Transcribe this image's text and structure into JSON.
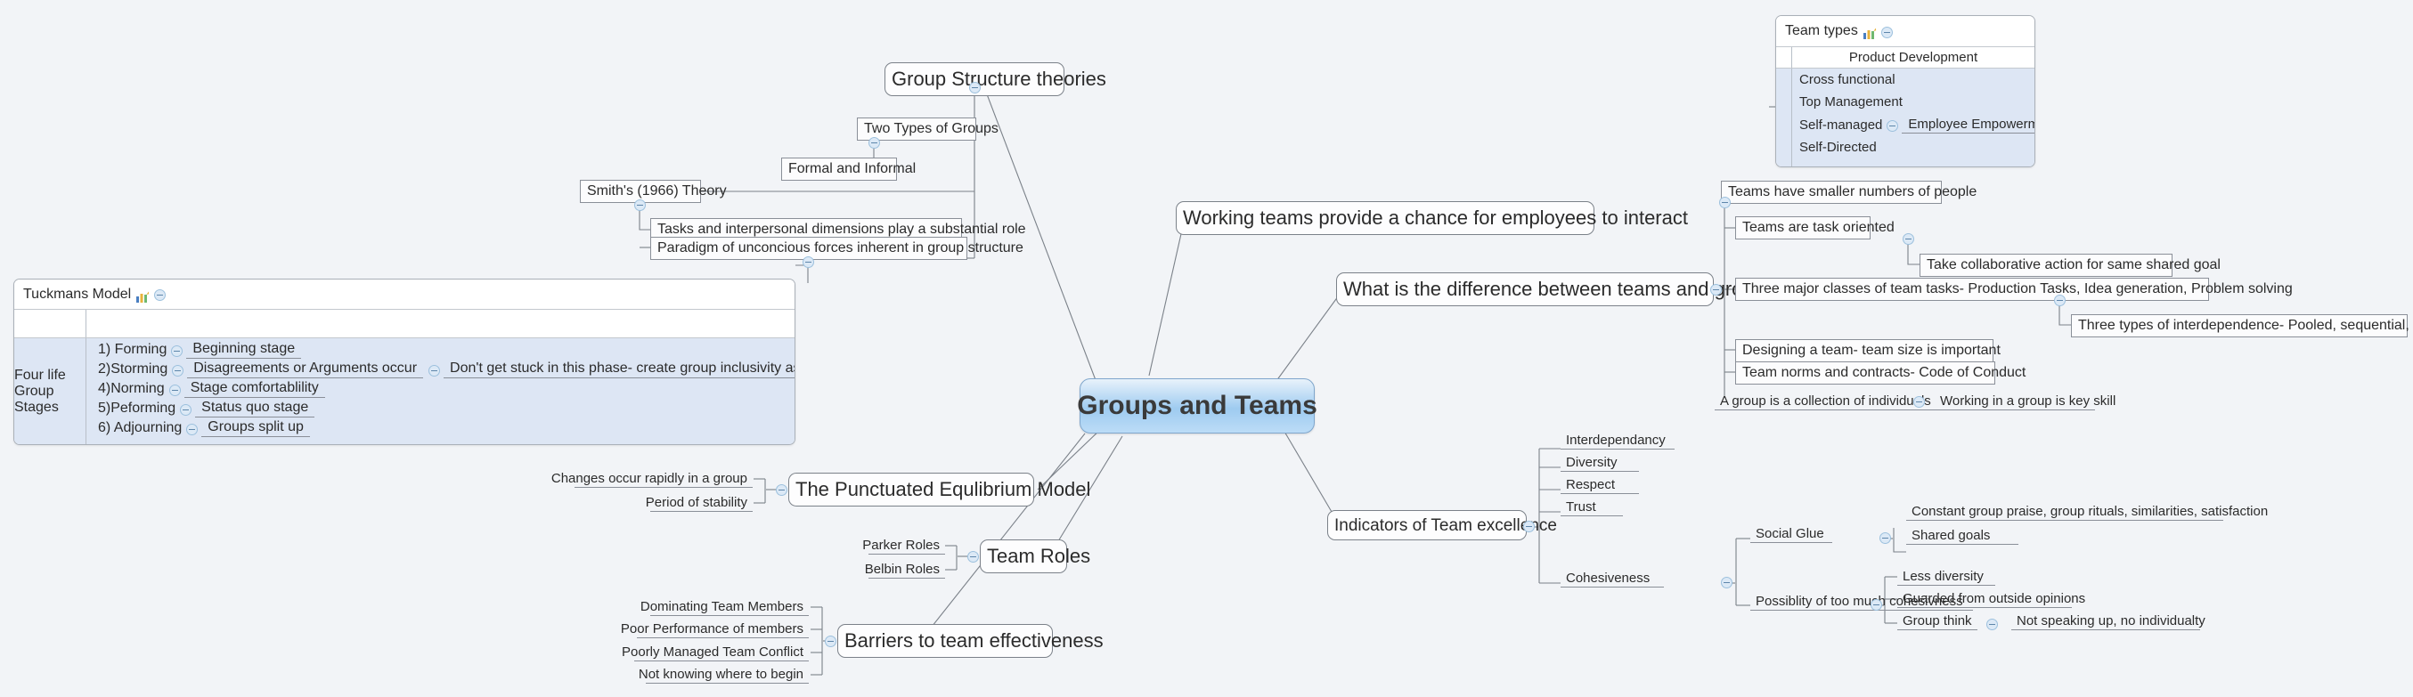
{
  "app": {
    "type": "mind-map",
    "background": "#f2f4f7",
    "root": "Groups and Teams",
    "accent": "#9ecbf0"
  },
  "root": {
    "label": "Groups and Teams"
  },
  "branches": {
    "group_structure": {
      "label": "Group Structure theories",
      "children": [
        {
          "label": "Two Types of Groups"
        },
        {
          "label": "Formal and Informal"
        },
        {
          "label": "Smith's (1966) Theory"
        },
        {
          "label": "Tasks and interpersonal dimensions play a substantial role"
        },
        {
          "label": "Paradigm of unconcious forces inherent in group structure"
        }
      ]
    },
    "working_teams": {
      "label": "Working teams provide a chance for employees to interact"
    },
    "difference": {
      "label": "What is the difference between teams and groups?",
      "children": [
        {
          "label": "Teams have smaller numbers  of people"
        },
        {
          "label": "Teams are task oriented"
        },
        {
          "label": "Take collaborative action for same shared goal"
        },
        {
          "label": "Three major classes of team tasks- Production Tasks, Idea generation, Problem solving"
        },
        {
          "label": "Three types of interdependence- Pooled, sequential, reciprocal"
        },
        {
          "label": "Designing a team- team size is important"
        },
        {
          "label": "Team norms and contracts- Code of Conduct"
        },
        {
          "label": "A group is a collection of individuals"
        },
        {
          "label": "Working in a group is key skill"
        }
      ]
    },
    "indicators": {
      "label": "Indicators of Team excellence",
      "children": [
        {
          "label": "Interdependancy"
        },
        {
          "label": "Diversity"
        },
        {
          "label": "Respect"
        },
        {
          "label": "Trust"
        },
        {
          "label": "Cohesiveness"
        },
        {
          "label": "Social Glue"
        },
        {
          "label": "Constant group praise, group rituals, similarities, satisfaction"
        },
        {
          "label": "Shared goals"
        },
        {
          "label": "Possiblity of too much cohesivness"
        },
        {
          "label": "Less diversity"
        },
        {
          "label": "Guarded from outside opinions"
        },
        {
          "label": "Group think"
        },
        {
          "label": "Not speaking up, no individualty"
        }
      ]
    },
    "punctuated": {
      "label": "The Punctuated Equlibrium Model",
      "children": [
        {
          "label": "Changes occur rapidly in a group"
        },
        {
          "label": "Period of stability"
        }
      ]
    },
    "team_roles": {
      "label": "Team Roles",
      "children": [
        {
          "label": "Parker Roles"
        },
        {
          "label": "Belbin Roles"
        }
      ]
    },
    "barriers": {
      "label": "Barriers to team effectiveness",
      "children": [
        {
          "label": "Dominating Team Members"
        },
        {
          "label": "Poor Performance of members"
        },
        {
          "label": "Poorly Managed Team Conflict"
        },
        {
          "label": "Not knowing where to begin"
        }
      ]
    }
  },
  "tuckmans": {
    "title": "Tuckmans Model",
    "icon": "bar-chart-icon",
    "row_label": "Four life Group Stages",
    "stages": [
      {
        "label": "1) Forming",
        "child": "Beginning stage",
        "grandchild": ""
      },
      {
        "label": "2)Storming",
        "child": "Disagreements or Arguments occur",
        "grandchild": "Don't get stuck in this phase- create group inclusivity as a leader"
      },
      {
        "label": "4)Norming",
        "child": "Stage comfortablility",
        "grandchild": ""
      },
      {
        "label": "5)Peforming",
        "child": "Status quo stage",
        "grandchild": ""
      },
      {
        "label": "6) Adjourning",
        "child": "Groups split up",
        "grandchild": ""
      }
    ]
  },
  "team_types": {
    "title": "Team types",
    "icon": "bar-chart-icon",
    "subhead": "Product Development",
    "rows": [
      {
        "label": "Cross functional",
        "child": ""
      },
      {
        "label": "Top Management",
        "child": ""
      },
      {
        "label": "Self-managed",
        "child": "Employee Empowerment"
      },
      {
        "label": "Self-Directed",
        "child": ""
      }
    ]
  }
}
